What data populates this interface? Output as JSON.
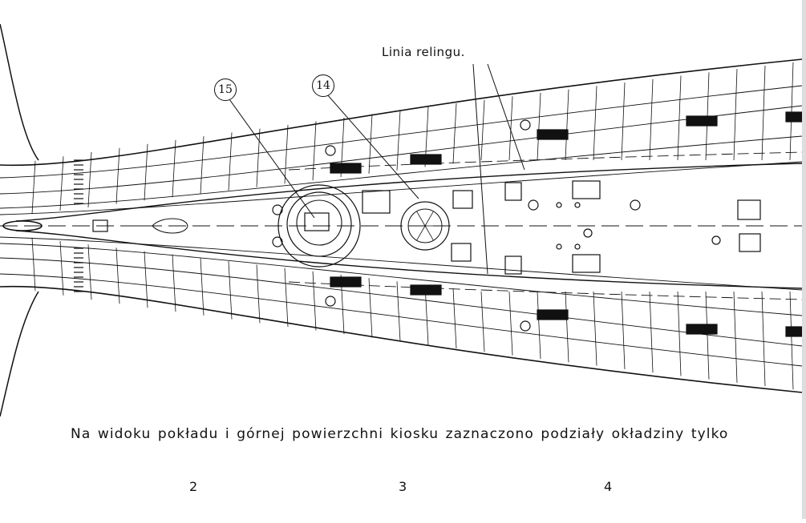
{
  "drawing": {
    "railing_label": "Linia relingu.",
    "note": "Na widoku pokładu i górnej powierzchni kiosku zaznaczono podziały okładziny tylko",
    "callouts": [
      "15",
      "14"
    ],
    "grid_numbers": [
      "2",
      "3",
      "4"
    ],
    "line_color": "#111111",
    "paper_color": "#ffffff"
  }
}
